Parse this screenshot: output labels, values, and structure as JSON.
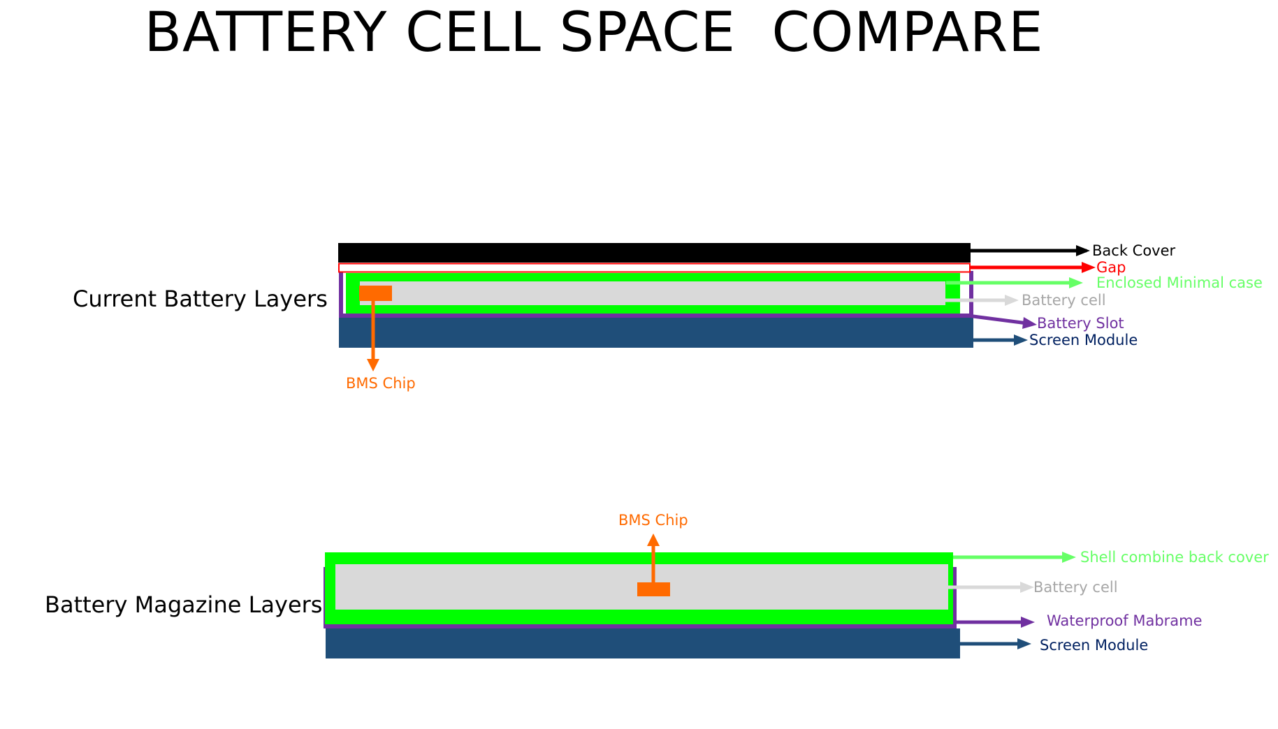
{
  "title": "BATTERY CELL SPACE  COMPARE",
  "colors": {
    "back_cover": "#000000",
    "gap": "#ff0000",
    "enclosed_case": "#00ff00",
    "enclosed_case_label": "#66ff66",
    "battery_cell": "#d9d9d9",
    "battery_cell_label": "#a6a6a6",
    "battery_slot": "#7030a0",
    "screen_module": "#1f4e79",
    "screen_module_label": "#002060",
    "bms_chip": "#ff6a00"
  },
  "current": {
    "row_label": "Current Battery Layers",
    "labels": {
      "back_cover": "Back Cover",
      "gap": "Gap",
      "enclosed_case": "Enclosed Minimal case",
      "battery_cell": "Battery cell",
      "battery_slot": "Battery Slot",
      "screen_module": "Screen Module",
      "bms_chip": "BMS Chip"
    }
  },
  "magazine": {
    "row_label": "Battery Magazine Layers",
    "labels": {
      "bms_chip": "BMS Chip",
      "shell": "Shell combine back cover",
      "battery_cell": "Battery cell",
      "waterproof": "Waterproof Mabrame",
      "screen_module": "Screen Module"
    }
  }
}
